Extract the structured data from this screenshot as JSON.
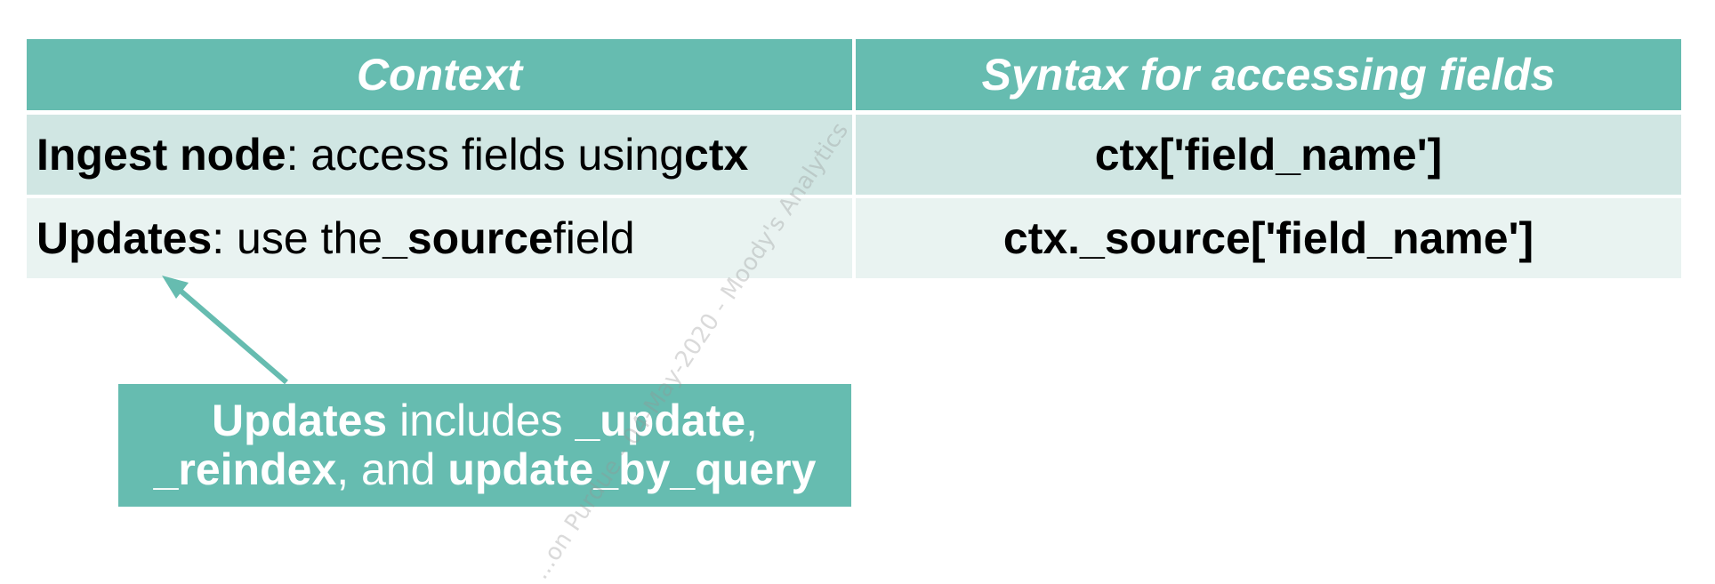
{
  "table": {
    "headers": [
      "Context",
      "Syntax for accessing fields"
    ],
    "rows": [
      {
        "context_bold": "Ingest node",
        "context_mid": ": access fields using ",
        "context_bold2": "ctx",
        "context_end": "",
        "syntax": "ctx['field_name']"
      },
      {
        "context_bold": "Updates",
        "context_mid": ": use the ",
        "context_bold2": "_source",
        "context_end": " field",
        "syntax": "ctx._source['field_name']"
      }
    ]
  },
  "callout": {
    "part1_bold": "Updates",
    "part2": " includes ",
    "part3_bold": "_update",
    "part4": ",",
    "part5_bold": "_reindex",
    "part6": ", and ",
    "part7_bold": "update_by_query"
  },
  "watermark": "...on Purdue - 04-May-2020 - Moody's Analytics",
  "colors": {
    "header": "#66bcb0",
    "row1": "#d0e6e3",
    "row2": "#e9f3f1",
    "callout": "#66bcb0"
  }
}
